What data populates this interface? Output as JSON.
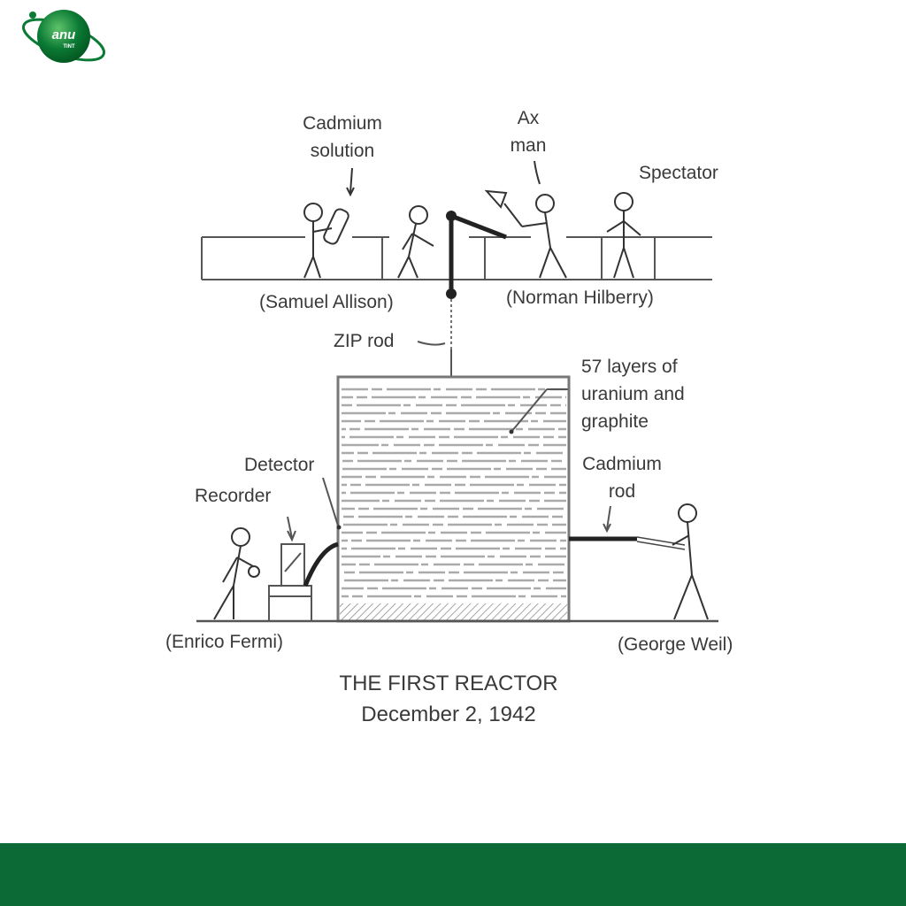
{
  "logo": {
    "text_top": "anu",
    "text_bottom": "TINT",
    "color": "#0b7a35"
  },
  "diagram": {
    "labels": {
      "cadmium_solution": [
        "Cadmium",
        "solution"
      ],
      "ax_man": [
        "Ax",
        "man"
      ],
      "spectator": "Spectator",
      "samuel_allison": "(Samuel Allison)",
      "norman_hilberry": "(Norman Hilberry)",
      "zip_rod": "ZIP rod",
      "layers": [
        "57 layers of",
        "uranium and",
        "graphite"
      ],
      "detector": "Detector",
      "recorder": "Recorder",
      "cadmium_rod": [
        "Cadmium",
        "rod"
      ],
      "enrico_fermi": "(Enrico Fermi)",
      "george_weil": "(George Weil)"
    },
    "title": "THE FIRST REACTOR",
    "date": "December 2, 1942"
  },
  "footer": {
    "color": "#0b6a35"
  }
}
